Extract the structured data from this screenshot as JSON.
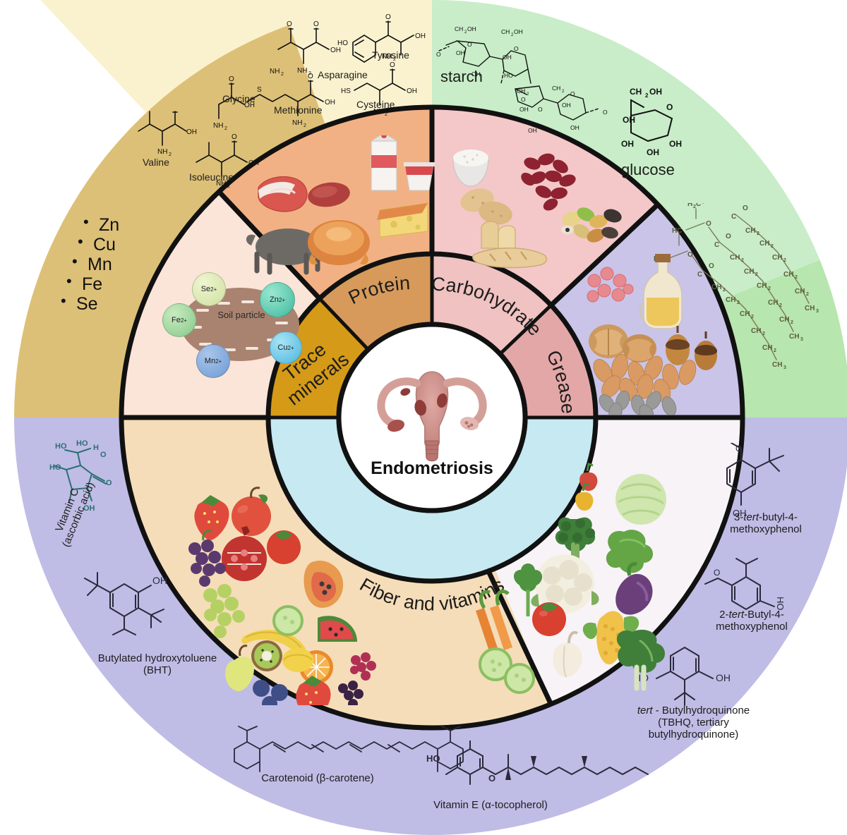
{
  "figure": {
    "type": "concentric-wheel-diagram",
    "center_label": "Endometriosis",
    "center_icon": "uterus-icon"
  },
  "inner_ring": {
    "segments": [
      {
        "id": "protein",
        "label": "Protein",
        "color": "#d79a5b"
      },
      {
        "id": "carbohydrate",
        "label": "Carbohydrate",
        "color": "#f0c2c2"
      },
      {
        "id": "grease",
        "label": "Grease",
        "color": "#e3a7a7"
      },
      {
        "id": "fiber",
        "label": "Fiber and vitamins",
        "color": "#c6e9f2"
      },
      {
        "id": "trace",
        "label": "Trace minerals",
        "color": "#d59a18"
      }
    ]
  },
  "middle_ring": {
    "segments": [
      {
        "id": "protein-foods",
        "color": "#f2b184",
        "items": [
          "milk-carton",
          "yogurt-cup",
          "beef-steak",
          "raw-meat",
          "cheese-wedge",
          "cow",
          "roast-chicken"
        ]
      },
      {
        "id": "carb-foods",
        "color": "#f4c8c8",
        "items": [
          "rice-bowl",
          "potatoes",
          "red-beans",
          "bread-slices",
          "baguette",
          "mixed-beans"
        ]
      },
      {
        "id": "grease-foods",
        "color": "#c9c4e8",
        "items": [
          "oil-bottle",
          "lipid-molecule",
          "walnuts",
          "acorns",
          "almonds",
          "sunflower-seeds"
        ]
      },
      {
        "id": "vegetable-foods",
        "color": "#f7f2f6",
        "items": [
          "bell-peppers",
          "cabbage",
          "broccoli",
          "cauliflower",
          "eggplant",
          "carrots",
          "corn",
          "lettuce",
          "garlic",
          "cucumber",
          "tomato"
        ]
      },
      {
        "id": "fruit-foods",
        "color": "#f5ddb9",
        "items": [
          "strawberry",
          "apple",
          "pomegranate",
          "grapes",
          "banana",
          "watermelon",
          "papaya",
          "orange",
          "raspberry",
          "blueberry",
          "kiwi",
          "pear"
        ]
      },
      {
        "id": "trace-soil",
        "color": "#fae5d8",
        "items": [
          "soil-particle"
        ]
      }
    ],
    "soil_particle": {
      "label": "Soil particle",
      "ions": [
        {
          "name": "Se",
          "charge": "2+",
          "color": "#d4e3a8"
        },
        {
          "name": "Zn",
          "charge": "2+",
          "color": "#58c9ad"
        },
        {
          "name": "Fe",
          "charge": "2+",
          "color": "#9fd6a0"
        },
        {
          "name": "Mn",
          "charge": "2+",
          "color": "#7aa6dc"
        },
        {
          "name": "Cu",
          "charge": "2+",
          "color": "#66c6e8"
        }
      ]
    }
  },
  "outer_ring": {
    "sectors": [
      {
        "id": "amino-acids",
        "color": "#faf2cf"
      },
      {
        "id": "carbohydrates",
        "color": "#c8edc8"
      },
      {
        "id": "lipids",
        "color": "#b7e6ae"
      },
      {
        "id": "antioxidants",
        "color": "#bfbce6"
      },
      {
        "id": "minerals",
        "color": "#ddc077"
      }
    ]
  },
  "trace_minerals_list": [
    "Zn",
    "Cu",
    "Mn",
    "Fe",
    "Se"
  ],
  "amino_acids": [
    {
      "name": "Valine"
    },
    {
      "name": "Glycine"
    },
    {
      "name": "Isoleucine"
    },
    {
      "name": "Methionine"
    },
    {
      "name": "Asparagine"
    },
    {
      "name": "Tyrosine"
    },
    {
      "name": "Cysteine"
    }
  ],
  "carbohydrate_molecules": [
    {
      "name": "starch"
    },
    {
      "name": "glucose"
    }
  ],
  "antioxidants": [
    {
      "id": "bha3",
      "line1": "3-",
      "ital": "tert",
      "line1b": "-butyl-4-",
      "line2": "methoxyphenol"
    },
    {
      "id": "bha2",
      "line1": "2-",
      "ital": "tert",
      "line1b": "-Butyl-4-",
      "line2": "methoxyphenol"
    },
    {
      "id": "tbhq",
      "line1a": "tert",
      "line1b": " - Butylhydroquinone",
      "line2": "(TBHQ, tertiary",
      "line3": "butylhydroquinone)"
    },
    {
      "id": "vit-e",
      "text": "Vitamin E (α-tocopherol)"
    },
    {
      "id": "carotene",
      "text": "Carotenoid (β-carotene)"
    },
    {
      "id": "bht",
      "line1": "Butylated hydroxytoluene",
      "line2": "(BHT)"
    },
    {
      "id": "vit-c",
      "line1": "Vitamin C",
      "line2": "(ascorbic acid)"
    }
  ],
  "chem_text": {
    "oh": "OH",
    "ho": "HO",
    "nh2": "NH",
    "hs": "HS",
    "o": "O",
    "s": "S",
    "ch2oh": "CH",
    "ch3": "CH"
  }
}
